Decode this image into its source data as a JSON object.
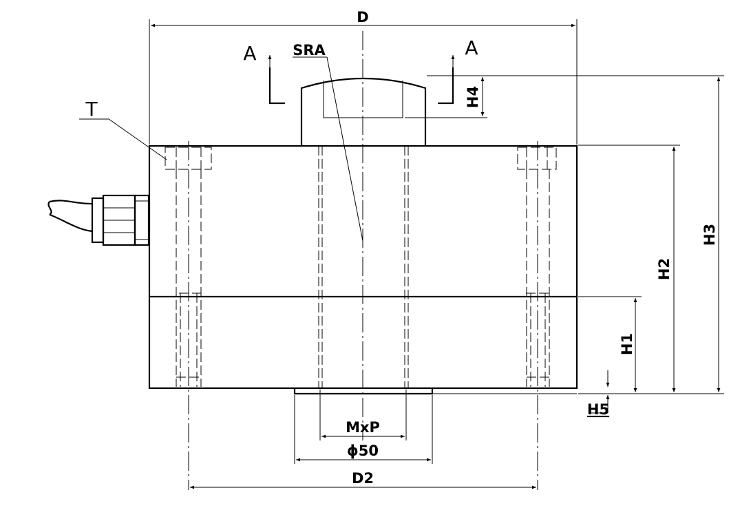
{
  "labels": {
    "D": "D",
    "D2": "D2",
    "SRA": "SRA",
    "A_left": "A",
    "A_right": "A",
    "T": "T",
    "H1": "H1",
    "H2": "H2",
    "H3": "H3",
    "H4": "H4",
    "H5": "H5",
    "MxP": "MxP",
    "phi50": "ϕ50"
  }
}
